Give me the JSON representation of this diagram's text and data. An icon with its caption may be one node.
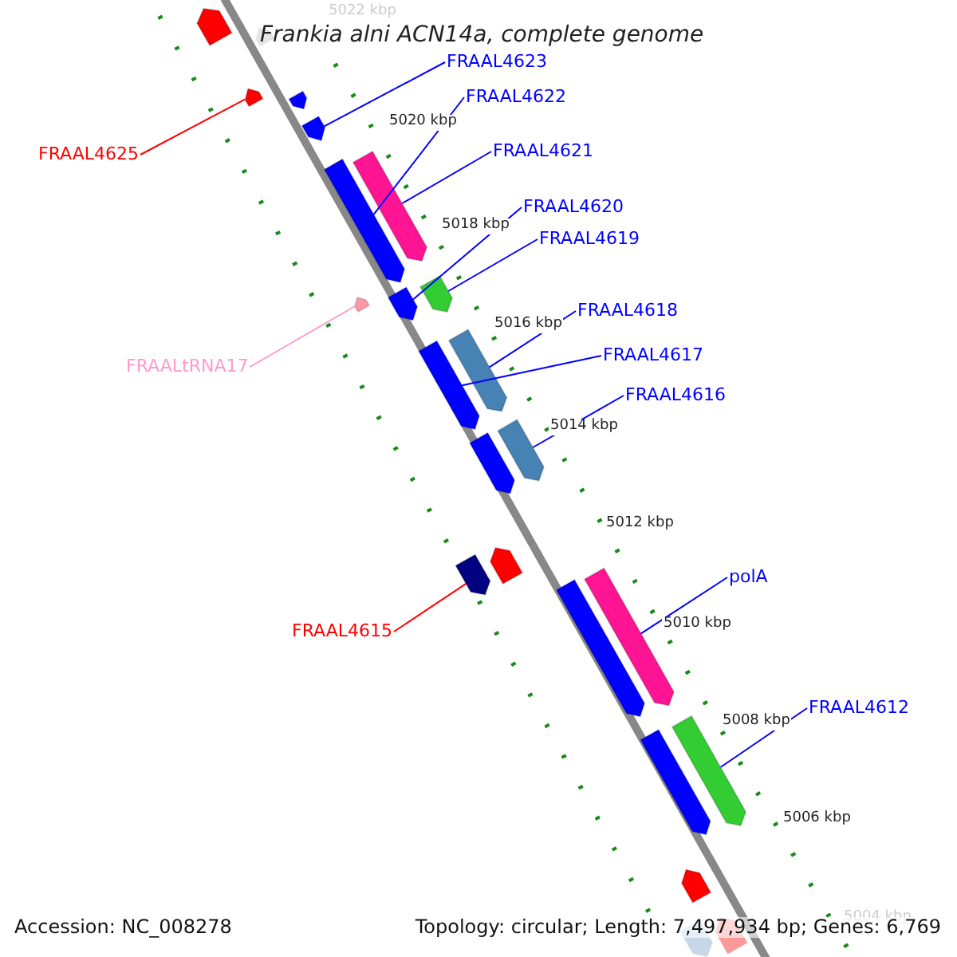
{
  "diagram": {
    "title": "Frankia alni ACN14a, complete genome",
    "nodes": [
      {
        "text": [
          "FRAAL4623"
        ]
      },
      {
        "text": [
          "FRAAL4622"
        ]
      },
      {
        "text": [
          "FRAAL4625"
        ]
      },
      {
        "text": [
          "FRAAL4621"
        ]
      },
      {
        "text": [
          "FRAAL4620"
        ]
      },
      {
        "text": [
          "FRAAL4619"
        ]
      },
      {
        "text": [
          "FRAAL4618"
        ]
      },
      {
        "text": [
          "FRAAL4617"
        ]
      },
      {
        "text": [
          "FRAALtRNA17"
        ]
      },
      {
        "text": [
          "FRAAL4616"
        ]
      },
      {
        "text": [
          "polA"
        ]
      },
      {
        "text": [
          "FRAAL4615"
        ]
      },
      {
        "text": [
          "FRAAL4612"
        ]
      },
      {
        "text": [],
        "shape": "bar"
      },
      {
        "text": [],
        "shape": "bar"
      },
      {
        "text": [],
        "shape": "bar"
      },
      {
        "text": [],
        "shape": "bar"
      },
      {
        "text": [],
        "shape": "bar"
      },
      {
        "text": [],
        "shape": "bar"
      },
      {
        "text": [],
        "shape": "bar"
      },
      {
        "text": [],
        "shape": "bar"
      },
      {
        "text": [],
        "shape": "bar"
      },
      {
        "text": [],
        "shape": "bar"
      },
      {
        "text": [],
        "shape": "bar"
      },
      {
        "text": [],
        "shape": "bar"
      },
      {
        "text": [],
        "shape": "bar"
      },
      {
        "text": [],
        "shape": "bar"
      },
      {
        "text": [],
        "shape": "bar"
      },
      {
        "text": [],
        "shape": "bar"
      },
      {
        "text": [],
        "shape": "bar"
      },
      {
        "text": [],
        "shape": "bar"
      },
      {
        "text": [],
        "shape": "bar"
      },
      {
        "text": [],
        "shape": "bar"
      },
      {
        "text": [],
        "shape": "bar"
      },
      {
        "text": [],
        "shape": "bar"
      },
      {
        "text": [],
        "shape": "bar"
      }
    ],
    "edges": [
      {
        "from": 0,
        "to": 13,
        "arrow": "none"
      },
      {
        "from": 1,
        "to": 14,
        "arrow": "none"
      },
      {
        "from": 2,
        "to": 15,
        "arrow": "none",
        "color": "#ff0000"
      },
      {
        "from": 3,
        "to": 16,
        "arrow": "none"
      },
      {
        "from": 4,
        "to": 17,
        "arrow": "none"
      },
      {
        "from": 5,
        "to": 18,
        "arrow": "none"
      },
      {
        "from": 6,
        "to": 19,
        "arrow": "none"
      },
      {
        "from": 7,
        "to": 20,
        "arrow": "none"
      },
      {
        "from": 8,
        "to": 21,
        "arrow": "none",
        "color": "#ff99cc"
      },
      {
        "from": 9,
        "to": 22,
        "arrow": "none"
      },
      {
        "from": 10,
        "to": 23,
        "arrow": "none"
      },
      {
        "from": 11,
        "to": 24,
        "arrow": "none",
        "color": "#ff0000"
      },
      {
        "from": 12,
        "to": 25,
        "arrow": "none"
      }
    ],
    "labels": [
      "5022 kbp",
      "5020 kbp",
      "5018 kbp",
      "5016 kbp",
      "5014 kbp",
      "5012 kbp",
      "5010 kbp",
      "5008 kbp",
      "5006 kbp",
      "5004 kbp",
      "Accession: NC_008278",
      "Topology: circular; Length: 7,497,934 bp; Genes: 6,769"
    ]
  }
}
